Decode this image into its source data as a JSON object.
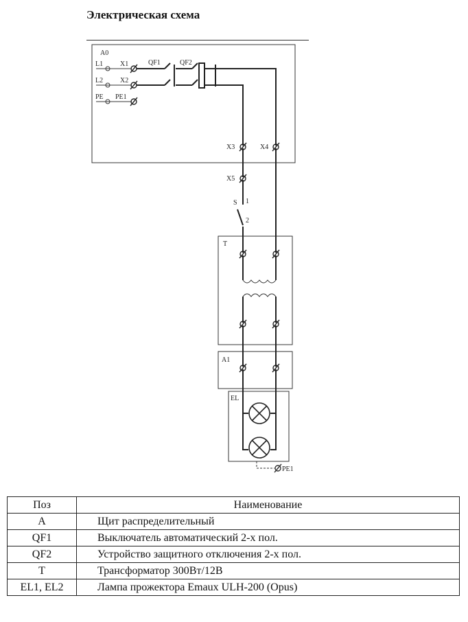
{
  "title": "Электрическая схема",
  "diagram": {
    "labels": {
      "A0": "A0",
      "L1": "L1",
      "L2": "L2",
      "PE": "PE",
      "X1": "X1",
      "X2": "X2",
      "PE1_top": "PE1",
      "QF1": "QF1",
      "QF2": "QF2",
      "X3": "X3",
      "X4": "X4",
      "X5": "X5",
      "S": "S",
      "S_1": "1",
      "S_2": "2",
      "T": "T",
      "A1": "A1",
      "EL": "EL",
      "PE1_bottom": "PE1"
    }
  },
  "table": {
    "headers": [
      "Поз",
      "Наименование"
    ],
    "rows": [
      {
        "pos": "A",
        "name": "Щит распределительный"
      },
      {
        "pos": "QF1",
        "name": "Выключатель автоматический 2-х пол."
      },
      {
        "pos": "QF2",
        "name": "Устройство защитного отключения 2-х пол."
      },
      {
        "pos": "T",
        "name": "Трансформатор 300Вт/12В"
      },
      {
        "pos": "EL1, EL2",
        "name": "Лампа прожектора Emaux ULH-200 (Opus)"
      }
    ]
  }
}
